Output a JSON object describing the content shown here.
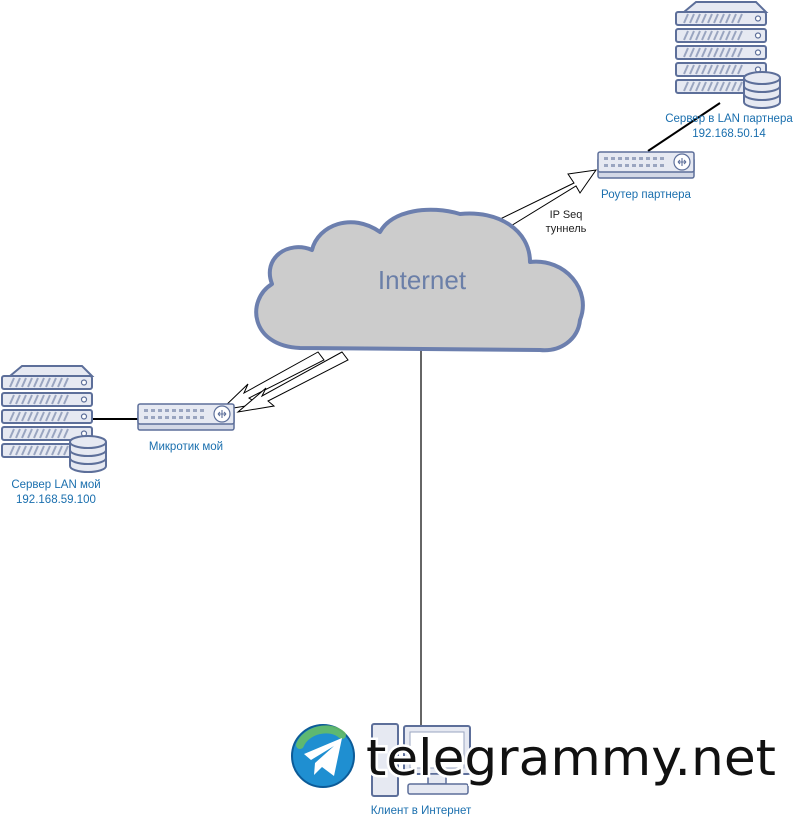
{
  "cloud": {
    "label": "Internet"
  },
  "nodes": {
    "partner_server": {
      "line1": "Сервер в LAN партнера",
      "line2": "192.168.50.14"
    },
    "partner_router": {
      "label": "Роутер партнера"
    },
    "my_router": {
      "label": "Микротик мой"
    },
    "my_server": {
      "line1": "Сервер LAN мой",
      "line2": "192.168.59.100"
    },
    "client": {
      "label": "Клиент в Интернет"
    }
  },
  "edges": {
    "tunnel": {
      "line1": "IP Seq",
      "line2": "туннель"
    }
  },
  "watermark": {
    "text": "telegrammy.net"
  },
  "colors": {
    "cloud_fill": "#cccccc",
    "cloud_stroke": "#6c7fae",
    "label_blue": "#1a6fae",
    "device_body": "#e6e9f2",
    "device_stroke": "#5d6f9a"
  }
}
